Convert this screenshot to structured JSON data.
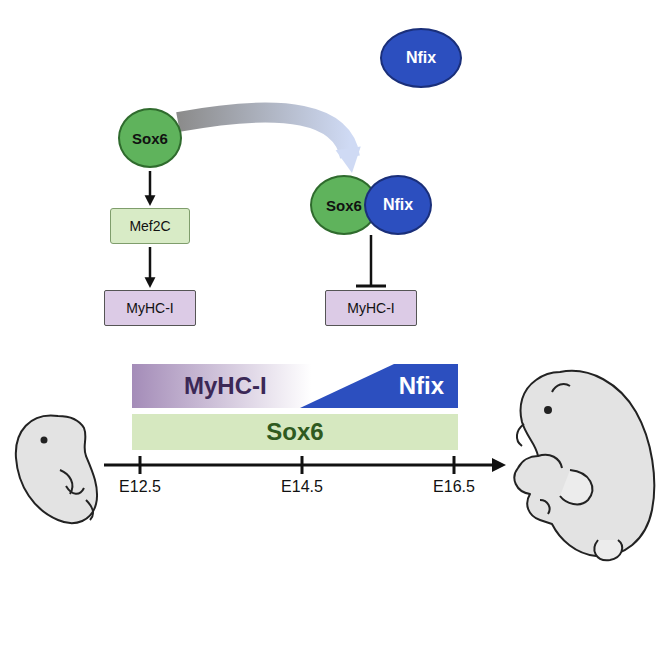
{
  "diagram": {
    "nodes": [
      {
        "text": [
          "Sox6"
        ]
      },
      {
        "text": [
          "Nfix"
        ]
      },
      {
        "text": [
          "Mef2C"
        ]
      },
      {
        "text": [
          "MyHC-I"
        ]
      },
      {
        "text": [
          "Sox6"
        ]
      },
      {
        "text": [
          "Nfix"
        ]
      },
      {
        "text": [
          "MyHC-I"
        ]
      },
      {
        "text": [
          "MyHC-I",
          "Nfix"
        ]
      },
      {
        "text": [
          "Sox6"
        ]
      }
    ],
    "edges": [
      {
        "from": 0,
        "to": 2,
        "arrow": "to"
      },
      {
        "from": 2,
        "to": 3,
        "arrow": "to"
      },
      {
        "from": 0,
        "to": 4,
        "arrow": "to"
      },
      {
        "from": 4,
        "to": 6,
        "arrow": "to"
      }
    ],
    "labels": [
      "E12.5",
      "E14.5",
      "E16.5"
    ]
  }
}
